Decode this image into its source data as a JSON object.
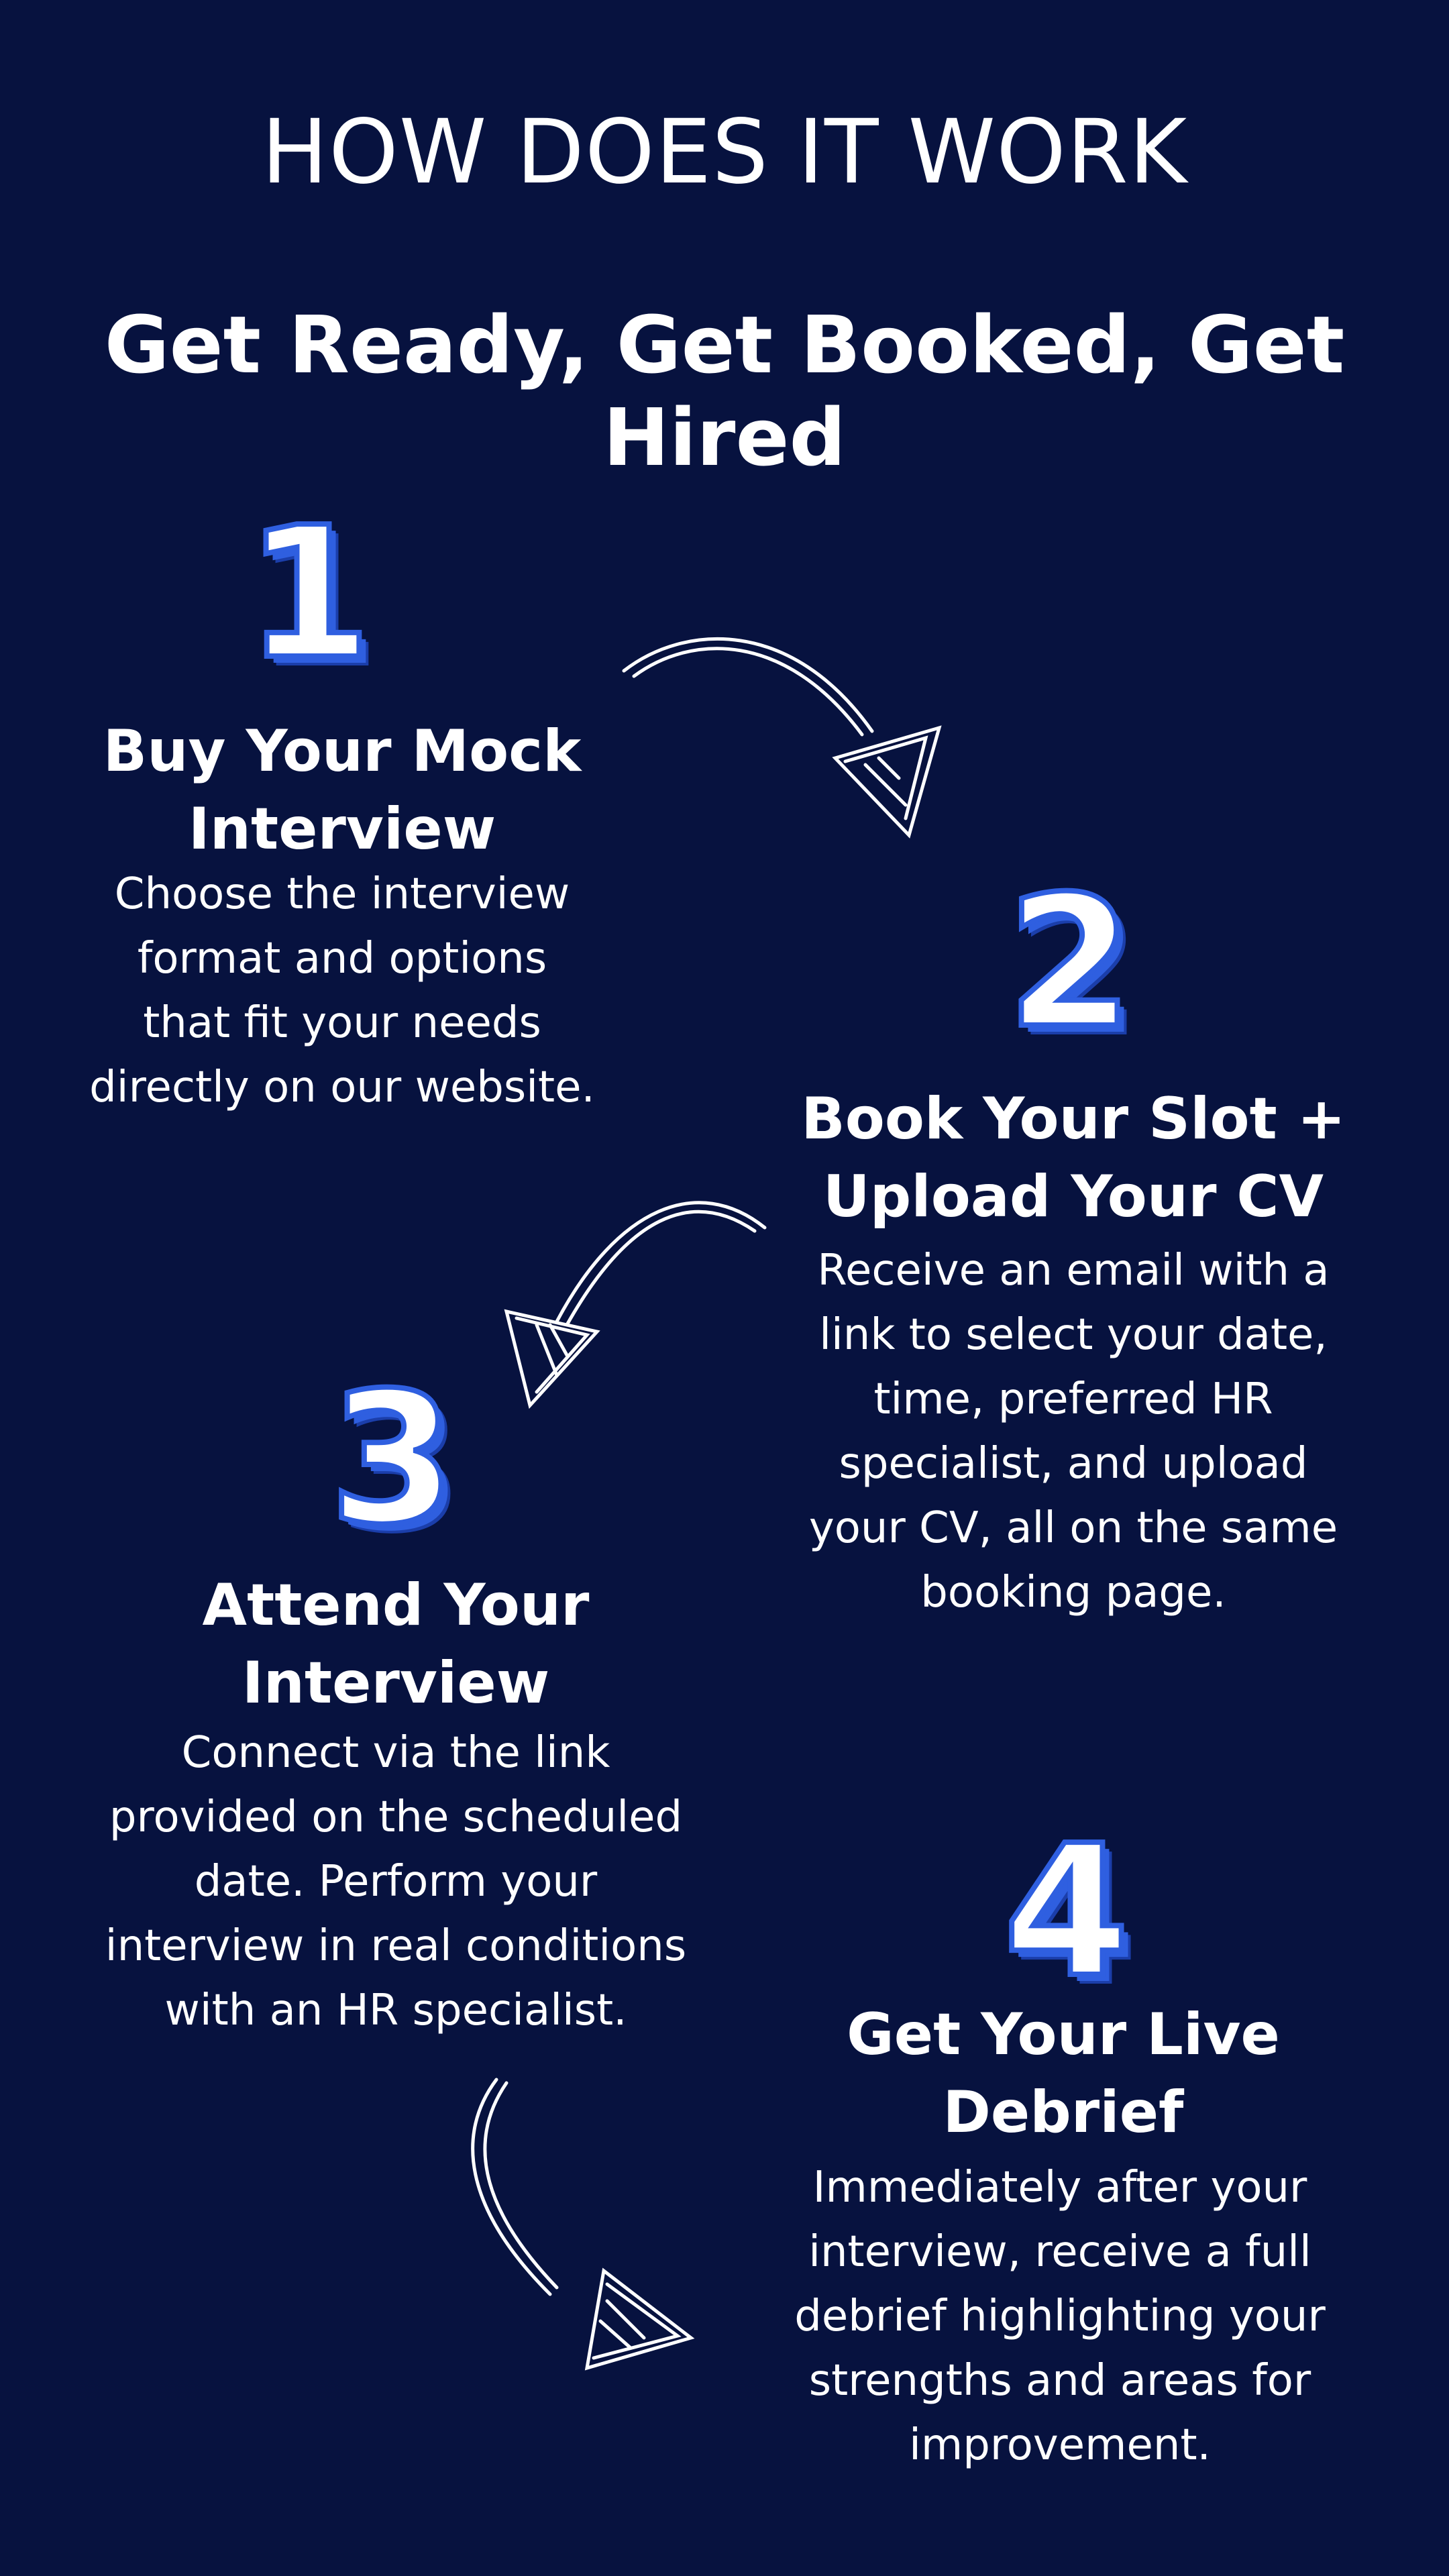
{
  "header": {
    "title": "HOW DOES IT WORK",
    "subtitle": "Get Ready, Get Booked, Get Hired"
  },
  "steps": [
    {
      "number": "1",
      "title_line1": "Buy Your Mock",
      "title_line2": "Interview",
      "desc_lines": [
        "Choose the interview",
        "format and options",
        "that fit your needs",
        "directly on our website."
      ]
    },
    {
      "number": "2",
      "title_line1": "Book Your Slot +",
      "title_line2": "Upload Your CV",
      "desc_lines": [
        "Receive an email with a",
        "link to select your date,",
        "time, preferred HR",
        "specialist, and upload",
        "your CV, all on the same",
        "booking page."
      ]
    },
    {
      "number": "3",
      "title_line1": "Attend Your",
      "title_line2": "Interview",
      "desc_lines": [
        "Connect via the link",
        "provided on the scheduled",
        "date. Perform your",
        "interview in real conditions",
        "with an HR specialist."
      ]
    },
    {
      "number": "4",
      "title_line1": "Get Your Live",
      "title_line2": "Debrief",
      "desc_lines": [
        "Immediately after your",
        "interview, receive a full",
        "debrief highlighting your",
        "strengths and areas for",
        "improvement."
      ]
    }
  ],
  "colors": {
    "background": "#07123f",
    "accent": "#2f5fe0",
    "text": "#ffffff"
  }
}
